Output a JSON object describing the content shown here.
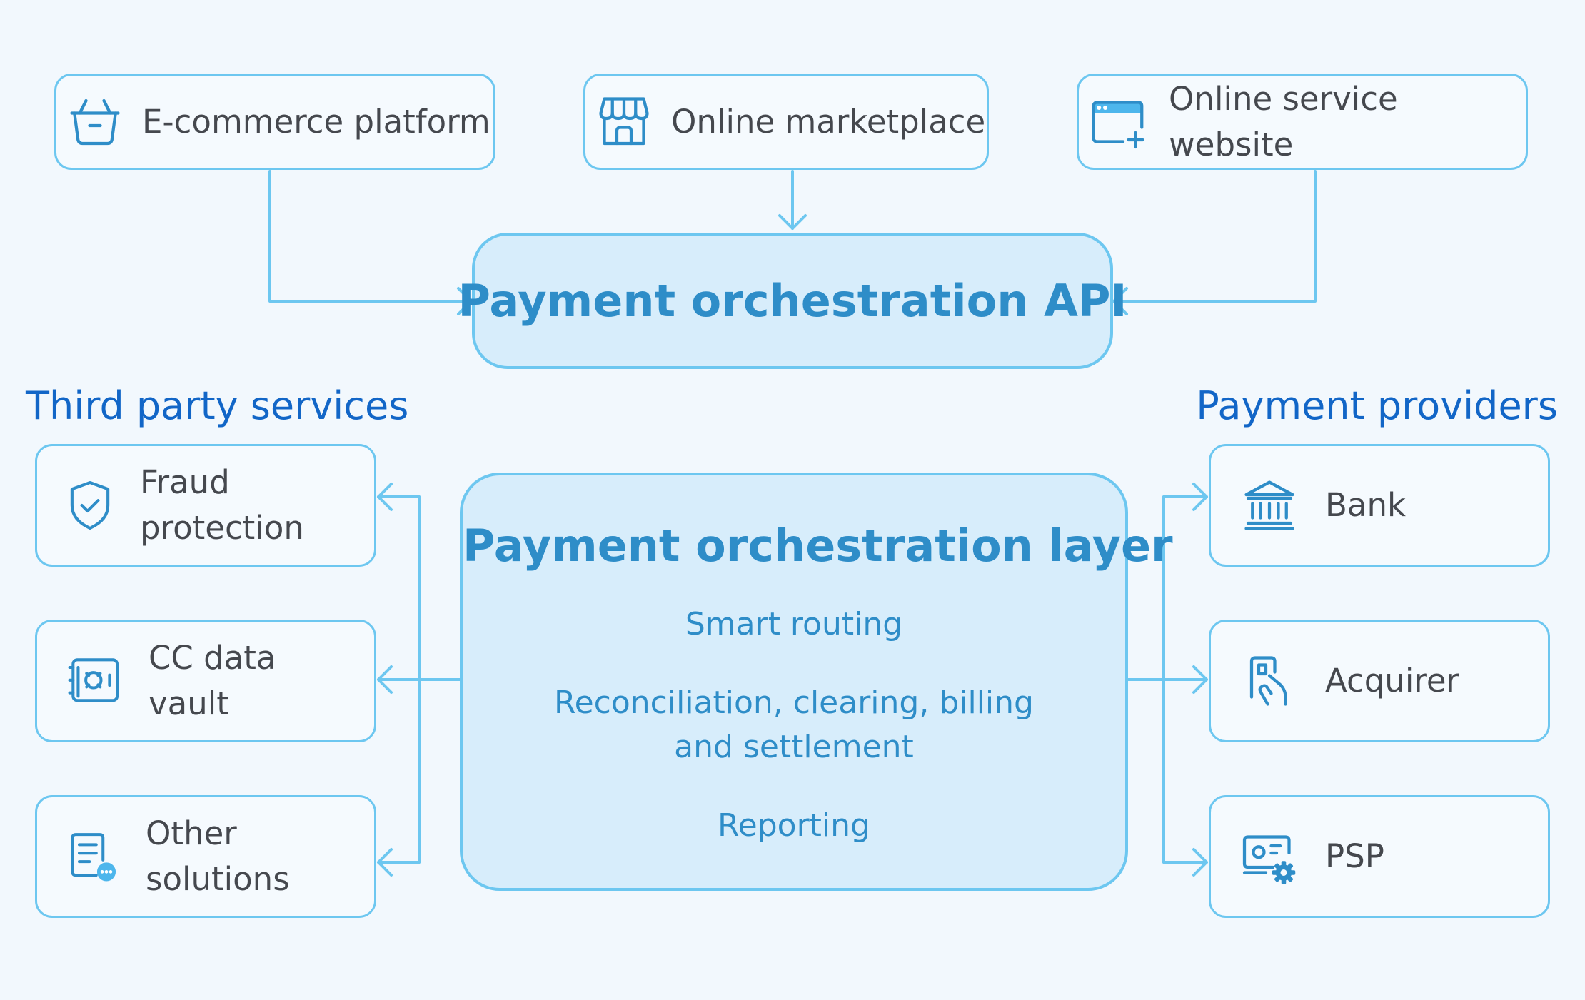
{
  "sources": [
    {
      "label": "E-commerce platform",
      "icon": "shopping-basket-icon"
    },
    {
      "label": "Online marketplace",
      "icon": "storefront-icon"
    },
    {
      "label": "Online service website",
      "icon": "browser-window-add-icon"
    }
  ],
  "api": {
    "title": "Payment orchestration API"
  },
  "layer": {
    "title": "Payment orchestration layer",
    "features": [
      "Smart routing",
      "Reconciliation, clearing, billing and settlement",
      "Reporting"
    ]
  },
  "third_party": {
    "title": "Third party services",
    "items": [
      {
        "label": "Fraud protection",
        "icon": "shield-check-icon"
      },
      {
        "label": "CC data vault",
        "icon": "safe-vault-icon"
      },
      {
        "label": "Other solutions",
        "icon": "document-more-icon"
      }
    ]
  },
  "providers": {
    "title": "Payment providers",
    "items": [
      {
        "label": "Bank",
        "icon": "bank-building-icon"
      },
      {
        "label": "Acquirer",
        "icon": "card-hand-icon"
      },
      {
        "label": "PSP",
        "icon": "cash-gear-icon"
      }
    ]
  },
  "colors": {
    "background": "#f2f8fd",
    "border": "#6dc7f0",
    "hub_fill": "#d7edfb",
    "hub_text": "#2e8dc8",
    "section_title": "#1266c7",
    "node_text": "#45484e",
    "icon": "#2e8dc8"
  }
}
